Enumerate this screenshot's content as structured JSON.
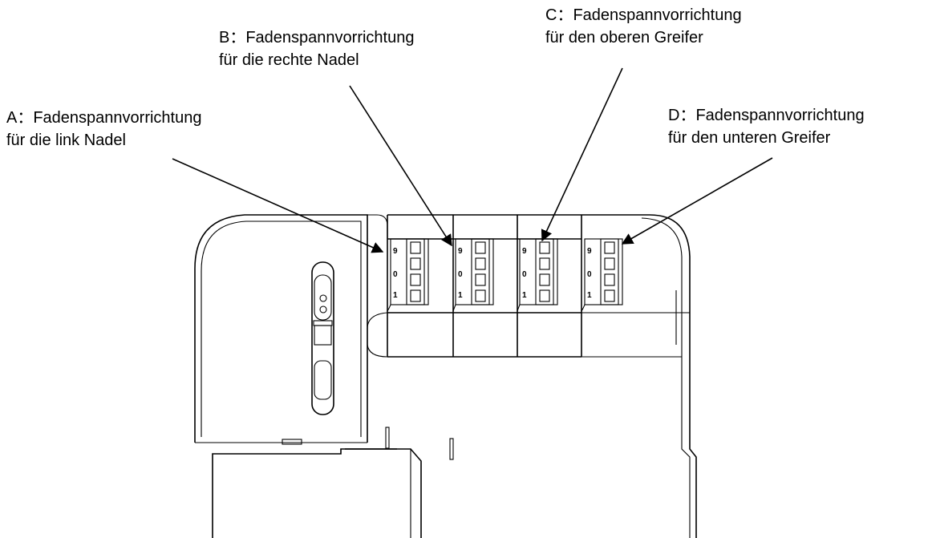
{
  "labels": {
    "a": {
      "line1": "A：Fadenspannvorrichtung",
      "line2": "für die link Nadel"
    },
    "b": {
      "line1": "B：Fadenspannvorrichtung",
      "line2": "für die rechte Nadel"
    },
    "c": {
      "line1": "C：Fadenspannvorrichtung",
      "line2": "für den oberen Greifer"
    },
    "d": {
      "line1": "D：Fadenspannvorrichtung",
      "line2": "für den unteren Greifer"
    }
  },
  "dial_scale": [
    "9",
    "0",
    "1"
  ]
}
